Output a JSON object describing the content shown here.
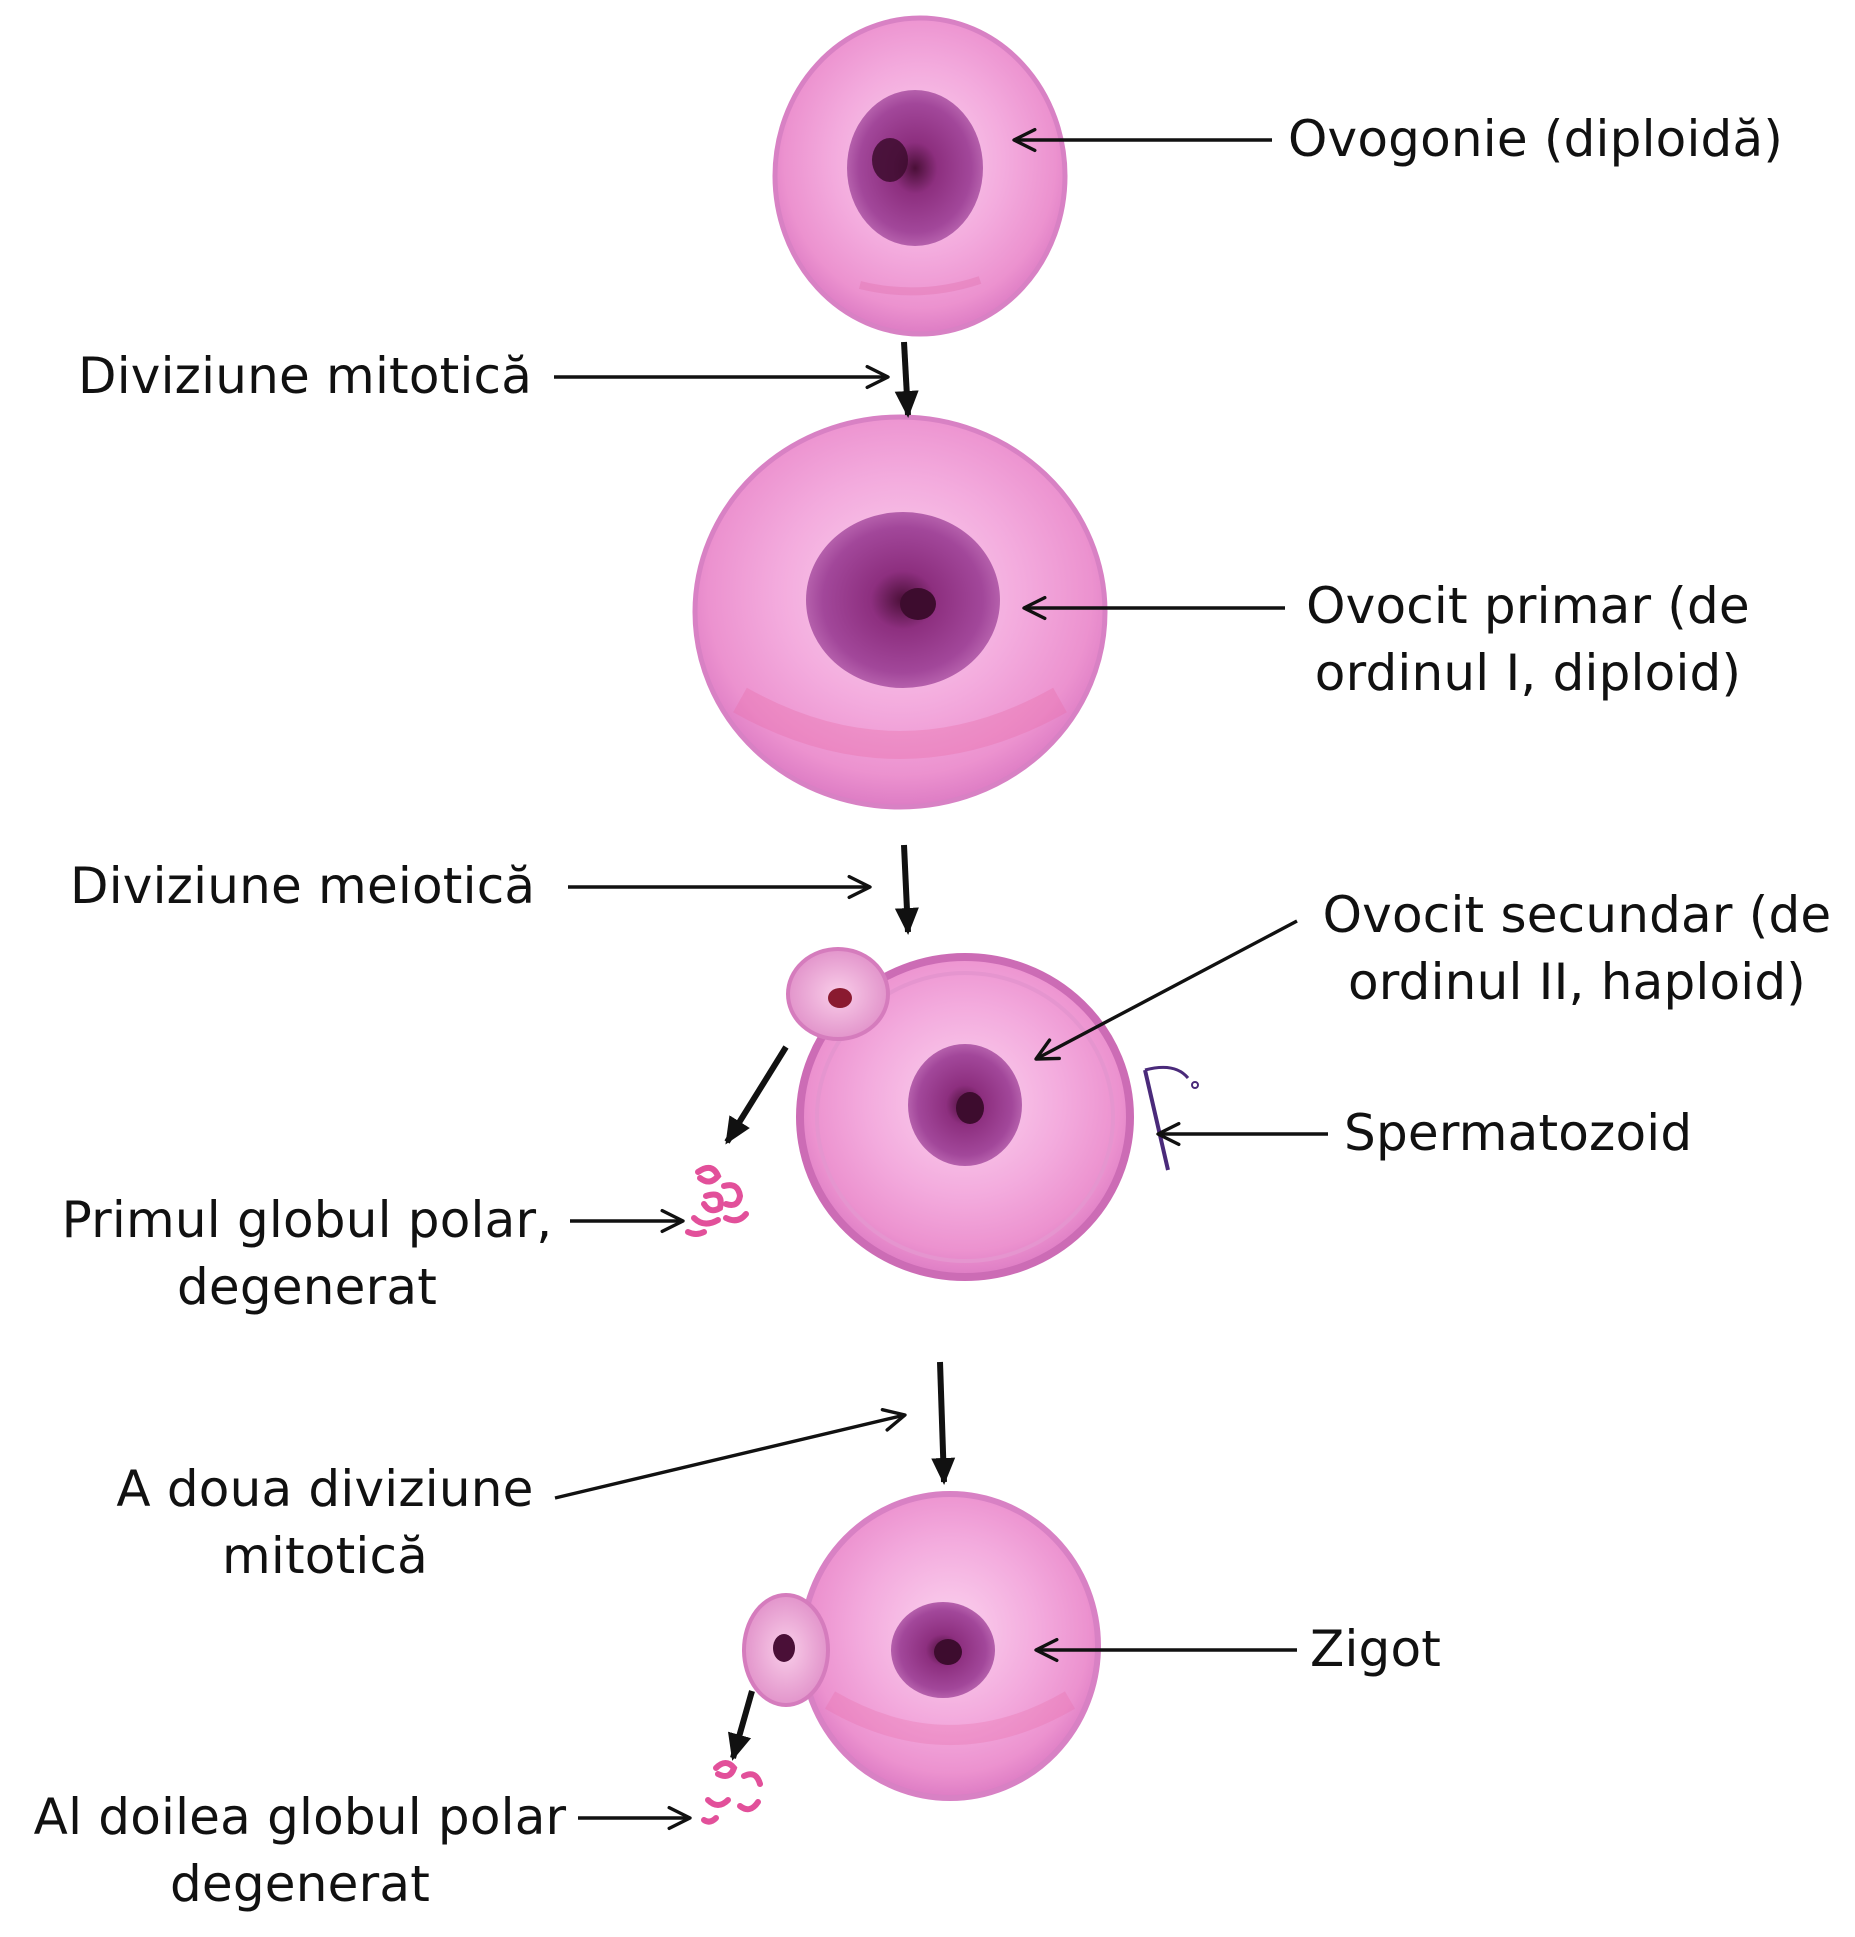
{
  "labels": {
    "ovogonie": "Ovogonie (diploidă)",
    "diviziune_mitotica": "Diviziune mitotică",
    "ovocit_primar": [
      "Ovocit primar (de",
      "ordinul I, diploid)"
    ],
    "diviziune_meiotica": "Diviziune meiotică",
    "ovocit_secundar": [
      "Ovocit secundar (de",
      "ordinul II, haploid)"
    ],
    "spermatozoid": "Spermatozoid",
    "primul_globul_polar": [
      "Primul globul polar,",
      "degenerat"
    ],
    "a_doua_diviziune": [
      "A doua diviziune",
      "mitotică"
    ],
    "zigot": "Zigot",
    "al_doilea_globul_polar": [
      "Al doilea globul polar",
      "degenerat"
    ]
  },
  "colors": {
    "cell_fill": "#f2a9dd",
    "cell_edge": "#d773c0",
    "nucleus": "#8e2c82",
    "nucleus_core": "#3d0c2e",
    "debris": "#e2509a",
    "arrow": "#111111"
  }
}
